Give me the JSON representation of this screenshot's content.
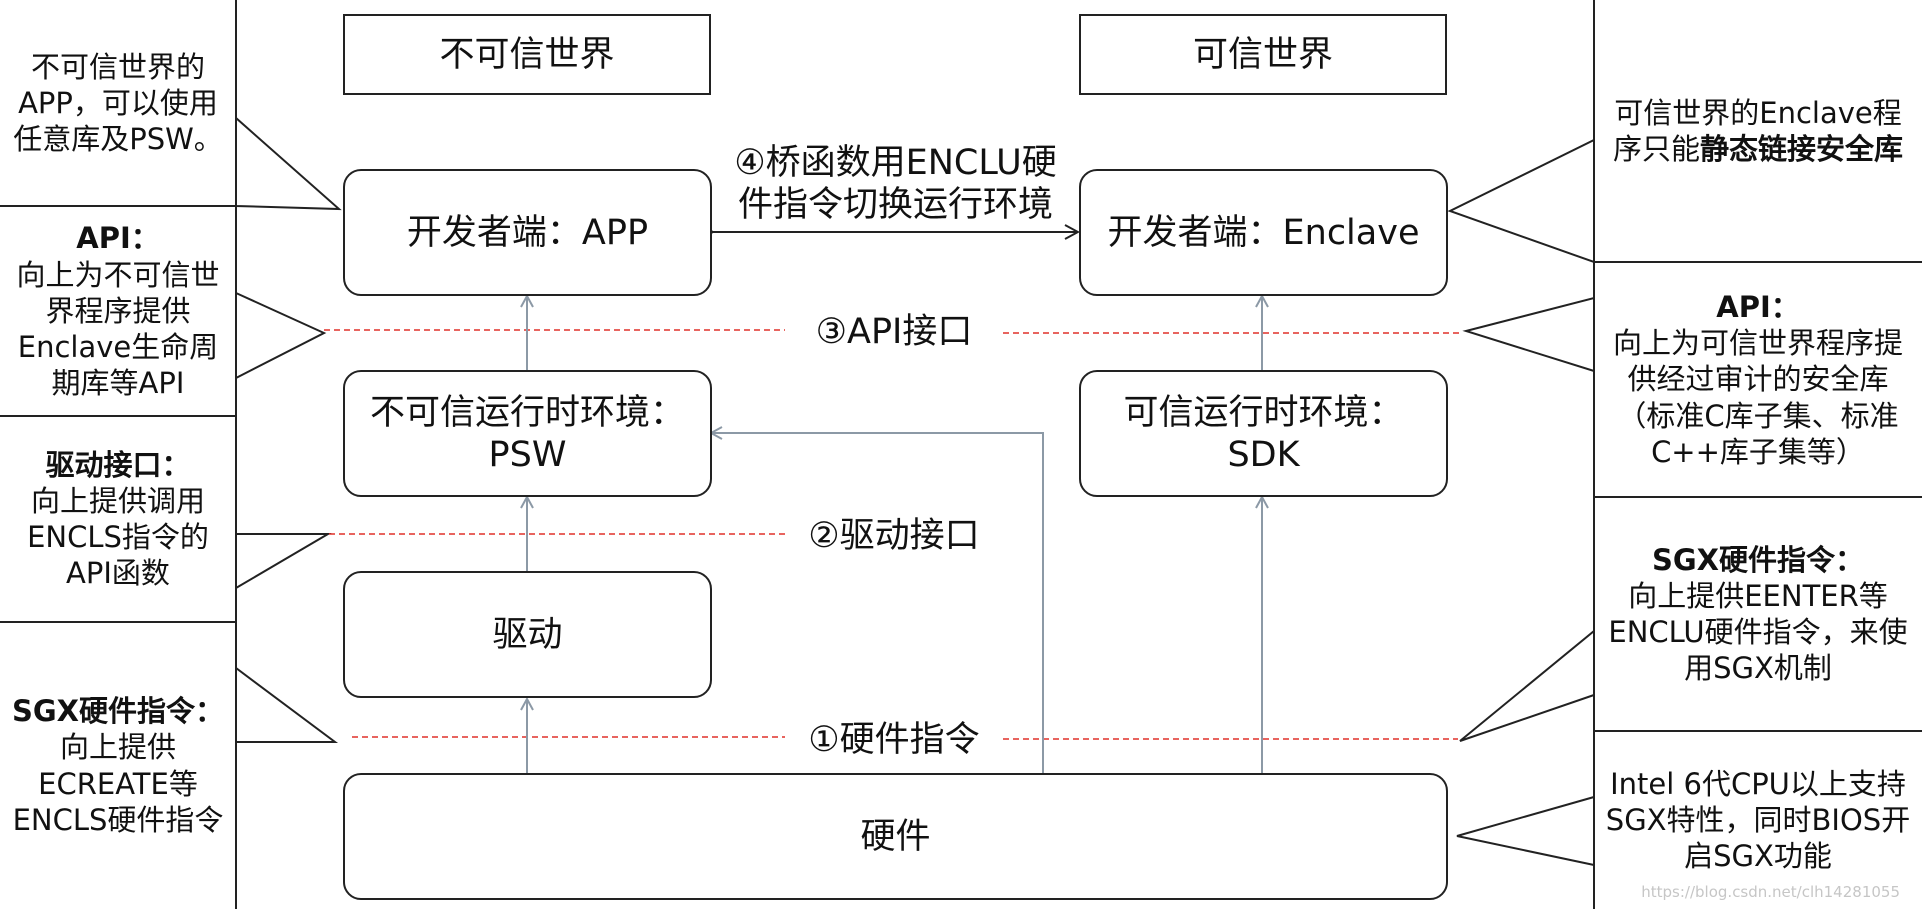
{
  "headers": {
    "untrusted": "不可信世界",
    "trusted": "可信世界"
  },
  "nodes": {
    "app": "开发者端：APP",
    "enclave": "开发者端：Enclave",
    "psw_line1": "不可信运行时环境：",
    "psw_line2": "PSW",
    "sdk_line1": "可信运行时环境：",
    "sdk_line2": "SDK",
    "driver": "驱动",
    "hardware": "硬件"
  },
  "interfaces": {
    "bridge_line1": "④桥函数用ENCLU硬",
    "bridge_line2": "件指令切换运行环境",
    "api": "③API接口",
    "driver": "②驱动接口",
    "hw": "①硬件指令"
  },
  "notes": {
    "left": [
      {
        "title": "",
        "body": "不可信世界的APP，可以使用任意库及PSW。"
      },
      {
        "title": "API：",
        "body": "向上为不可信世界程序提供Enclave生命周期库等API"
      },
      {
        "title": "驱动接口：",
        "body": "向上提供调用ENCLS指令的API函数"
      },
      {
        "title": "SGX硬件指令：",
        "body": "向上提供ECREATE等ENCLS硬件指令"
      }
    ],
    "right": [
      {
        "title": "",
        "body_plain": "可信世界的Enclave程序只能",
        "body_bold": "静态链接安全库"
      },
      {
        "title": "API：",
        "body": "向上为可信世界程序提供经过审计的安全库（标准C库子集、标准C++库子集等）"
      },
      {
        "title": "SGX硬件指令：",
        "body": "向上提供EENTER等ENCLU硬件指令，来使用SGX机制"
      },
      {
        "title": "",
        "body": "Intel 6代CPU以上支持SGX特性，同时BIOS开启SGX功能"
      }
    ]
  },
  "watermark": "https://blog.csdn.net/clh14281055",
  "colors": {
    "dashed": "#e0302a",
    "arrow": "#8c99a6",
    "border": "#222222"
  }
}
